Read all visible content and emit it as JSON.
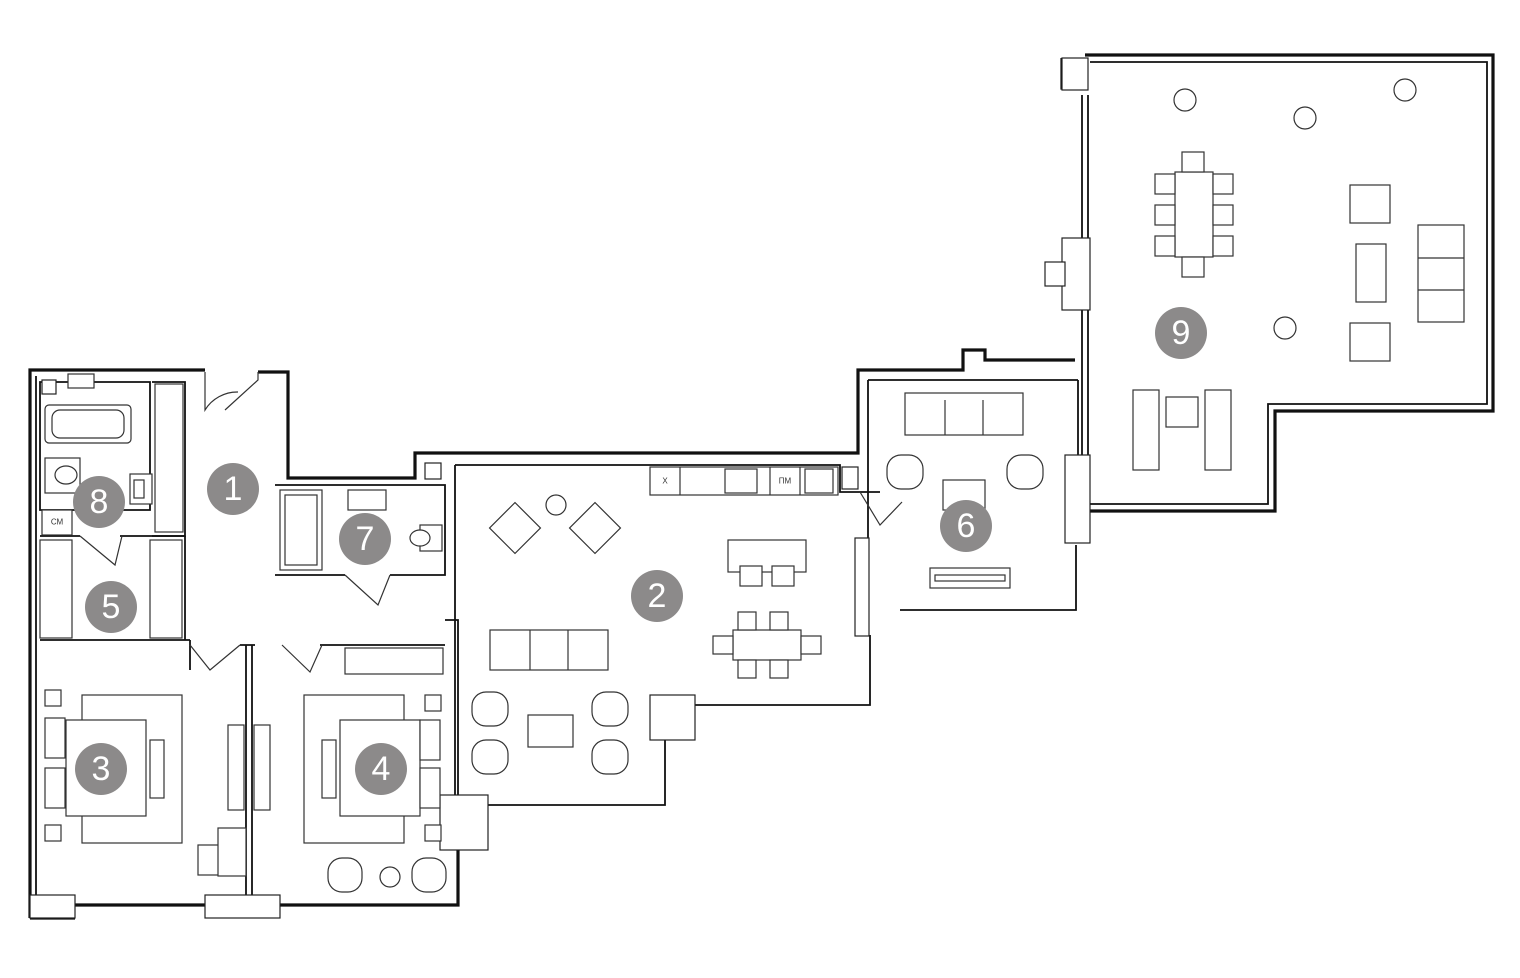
{
  "rooms": [
    {
      "id": "room-1",
      "label": "1"
    },
    {
      "id": "room-2",
      "label": "2"
    },
    {
      "id": "room-3",
      "label": "3"
    },
    {
      "id": "room-4",
      "label": "4"
    },
    {
      "id": "room-5",
      "label": "5"
    },
    {
      "id": "room-6",
      "label": "6"
    },
    {
      "id": "room-7",
      "label": "7"
    },
    {
      "id": "room-8",
      "label": "8"
    },
    {
      "id": "room-9",
      "label": "9"
    }
  ],
  "appliances": {
    "fridge_label": "Х",
    "dishwasher_label": "ПМ",
    "washer_label": "СМ"
  },
  "colors": {
    "badge": "#8c8a8a",
    "badge_text": "#ffffff",
    "wall": "#111111"
  }
}
